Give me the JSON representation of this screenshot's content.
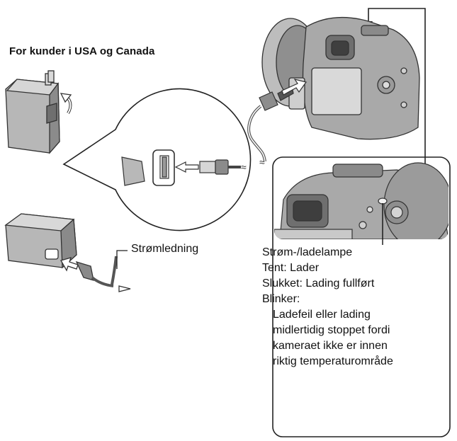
{
  "heading": "For kunder i USA og Canada",
  "cord_label": "Strømledning",
  "lamp_info": {
    "title": "Strøm-/ladelampe",
    "on": "Tent: Lader",
    "off": "Slukket: Lading fullført",
    "blink_title": "Blinker:",
    "blink_lines": [
      "Ladefeil eller lading",
      "midlertidig stoppet fordi",
      "kameraet ikke er innen",
      "riktig temperaturområde"
    ]
  }
}
